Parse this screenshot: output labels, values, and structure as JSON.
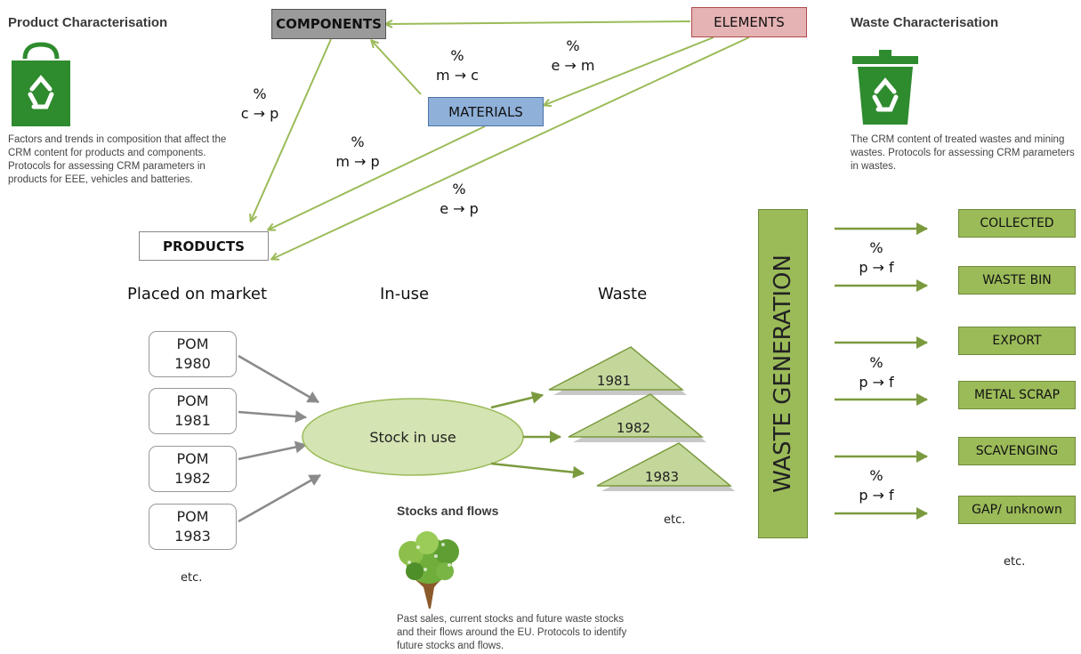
{
  "product_char": {
    "title": "Product Characterisation",
    "description": "Factors and trends in composition that affect the CRM content for products and components. Protocols for assessing CRM parameters in products for EEE, vehicles and batteries."
  },
  "waste_char": {
    "title": "Waste Characterisation",
    "description": "The CRM content of treated wastes and mining wastes. Protocols for assessing CRM parameters in wastes."
  },
  "stocks_flows": {
    "title": "Stocks and flows",
    "description": "Past sales, current stocks and future waste stocks and their flows around the EU. Protocols to identify future stocks and flows."
  },
  "hierarchy": {
    "components": "COMPONENTS",
    "elements": "ELEMENTS",
    "materials": "MATERIALS",
    "products": "PRODUCTS"
  },
  "conversions": {
    "mc": {
      "pct": "%",
      "label": "m → c"
    },
    "em": {
      "pct": "%",
      "label": "e → m"
    },
    "cp": {
      "pct": "%",
      "label": "c → p"
    },
    "mp": {
      "pct": "%",
      "label": "m → p"
    },
    "ep": {
      "pct": "%",
      "label": "e → p"
    }
  },
  "columns": {
    "placed": "Placed on market",
    "inuse": "In-use",
    "waste": "Waste"
  },
  "pom": [
    {
      "label": "POM",
      "year": "1980"
    },
    {
      "label": "POM",
      "year": "1981"
    },
    {
      "label": "POM",
      "year": "1982"
    },
    {
      "label": "POM",
      "year": "1983"
    }
  ],
  "stock": "Stock in use",
  "waste_years": [
    "1981",
    "1982",
    "1983"
  ],
  "waste_generation": "WASTE GENERATION",
  "destinations": [
    "COLLECTED",
    "WASTE BIN",
    "EXPORT",
    "METAL SCRAP",
    "SCAVENGING",
    "GAP/ unknown"
  ],
  "pf": [
    {
      "pct": "%",
      "label": "p → f"
    },
    {
      "pct": "%",
      "label": "p → f"
    },
    {
      "pct": "%",
      "label": "p → f"
    }
  ],
  "etc": {
    "pom": "etc.",
    "waste": "etc.",
    "destinations": "etc."
  },
  "colors": {
    "arrow_green": "#9bbb59",
    "dest_green": "#9bbb59",
    "components_grey": "#9a9a9a",
    "elements_pink": "#e6b3b4",
    "materials_blue": "#8fb0d9",
    "stock_fill": "#d4e4b3",
    "icon_green": "#2e8b2e"
  },
  "icons": [
    "shopping-bag-recycle-icon",
    "recycle-bin-icon",
    "tree-icon"
  ]
}
